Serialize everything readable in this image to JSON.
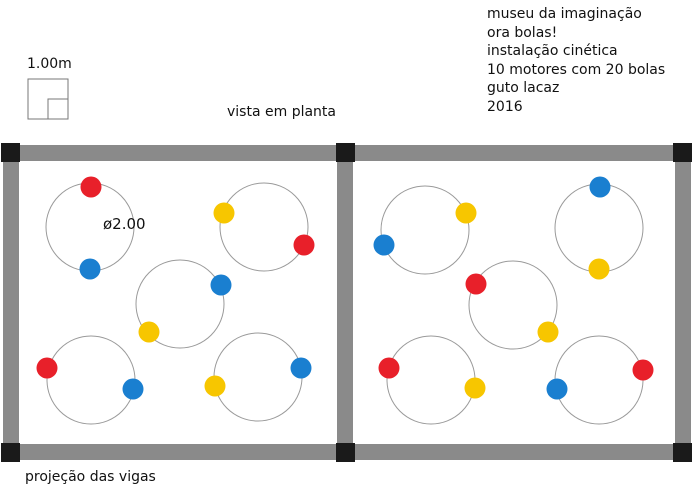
{
  "info_lines": [
    "museu da imaginação",
    "ora bolas!",
    "instalação cinética",
    "10 motores com 20 bolas",
    "guto lacaz",
    "2016"
  ],
  "scale_label": "1.00m",
  "view_label": "vista em planta",
  "diameter_label": "ø2.00",
  "beam_label": "projeção das vigas",
  "colors": {
    "red": "#e8202a",
    "blue": "#1a7fd0",
    "yellow": "#f7c600",
    "beam": "#8a8a8a",
    "column": "#1a1a1a",
    "circle_stroke": "#9a9a9a"
  },
  "motors": [
    {
      "id": 1,
      "balls": [
        "red",
        "blue"
      ]
    },
    {
      "id": 2,
      "balls": [
        "yellow",
        "red"
      ]
    },
    {
      "id": 3,
      "balls": [
        "blue",
        "yellow"
      ]
    },
    {
      "id": 4,
      "balls": [
        "red",
        "blue"
      ]
    },
    {
      "id": 5,
      "balls": [
        "yellow",
        "blue"
      ]
    },
    {
      "id": 6,
      "balls": [
        "yellow",
        "blue"
      ]
    },
    {
      "id": 7,
      "balls": [
        "blue",
        "yellow"
      ]
    },
    {
      "id": 8,
      "balls": [
        "red",
        "yellow"
      ]
    },
    {
      "id": 9,
      "balls": [
        "red",
        "yellow"
      ]
    },
    {
      "id": 10,
      "balls": [
        "red",
        "blue"
      ]
    }
  ]
}
